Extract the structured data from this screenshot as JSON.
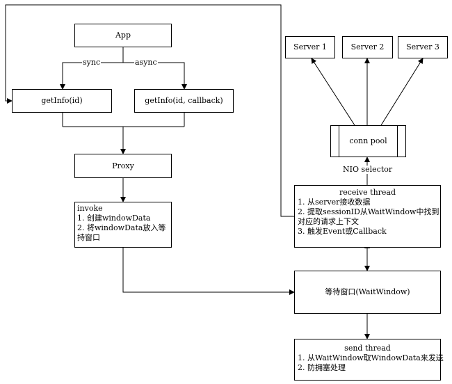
{
  "nodes": {
    "app": "App",
    "get_info_sync": "getInfo(id)",
    "get_info_async": "getInfo(id, callback)",
    "proxy": "Proxy",
    "invoke": {
      "title": "invoke",
      "lines": [
        "1. 创建windowData",
        "2. 将windowData放入等",
        "持窗口"
      ]
    },
    "server1": "Server 1",
    "server2": "Server 2",
    "server3": "Server 3",
    "conn_pool": "conn pool",
    "receive_thread": {
      "title": "receive thread",
      "lines": [
        "1. 从server接收数据",
        "2. 提取sessionID从WaitWindow中找到",
        "对应的请求上下文",
        "3. 触发Event或Callback"
      ]
    },
    "wait_window": "等待窗口(WaitWindow)",
    "send_thread": {
      "title": "send thread",
      "lines": [
        "1. 从WaitWindow取WindowData来发送",
        "2. 防拥塞处理"
      ]
    }
  },
  "edge_labels": {
    "sync": "sync",
    "async": "async",
    "nio_selector": "NIO selector"
  }
}
